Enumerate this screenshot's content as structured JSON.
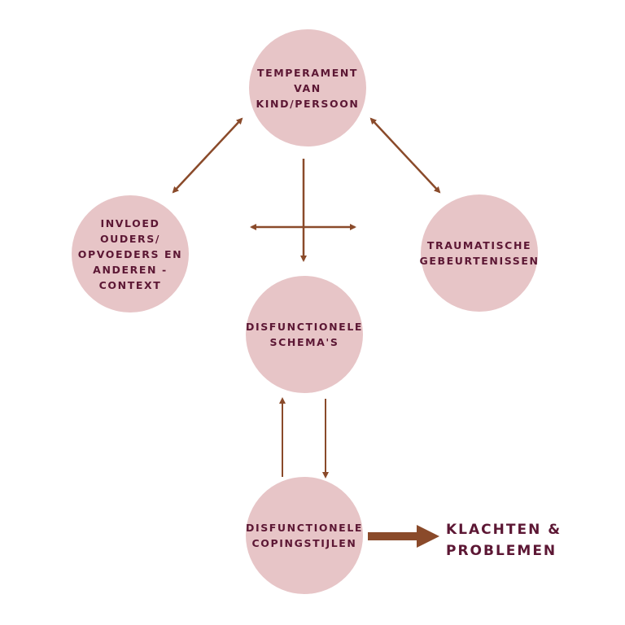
{
  "colors": {
    "node_fill": "#e7c5c7",
    "text": "#5c1734",
    "arrow": "#8a4a2a"
  },
  "nodes": {
    "temperament": "TEMPERAMENT\nVAN\nKIND/PERSOON",
    "influence": "INVLOED\nOUDERS/\nOPVOEDERS EN\nANDEREN -\nCONTEXT",
    "trauma": "TRAUMATISCHE\nGEBEURTENISSEN",
    "schemas": "DISFUNCTIONELE\nSCHEMA'S",
    "coping": "DISFUNCTIONELE\nCOPINGSTIJLEN"
  },
  "outcome": "KLACHTEN &\nPROBLEMEN"
}
